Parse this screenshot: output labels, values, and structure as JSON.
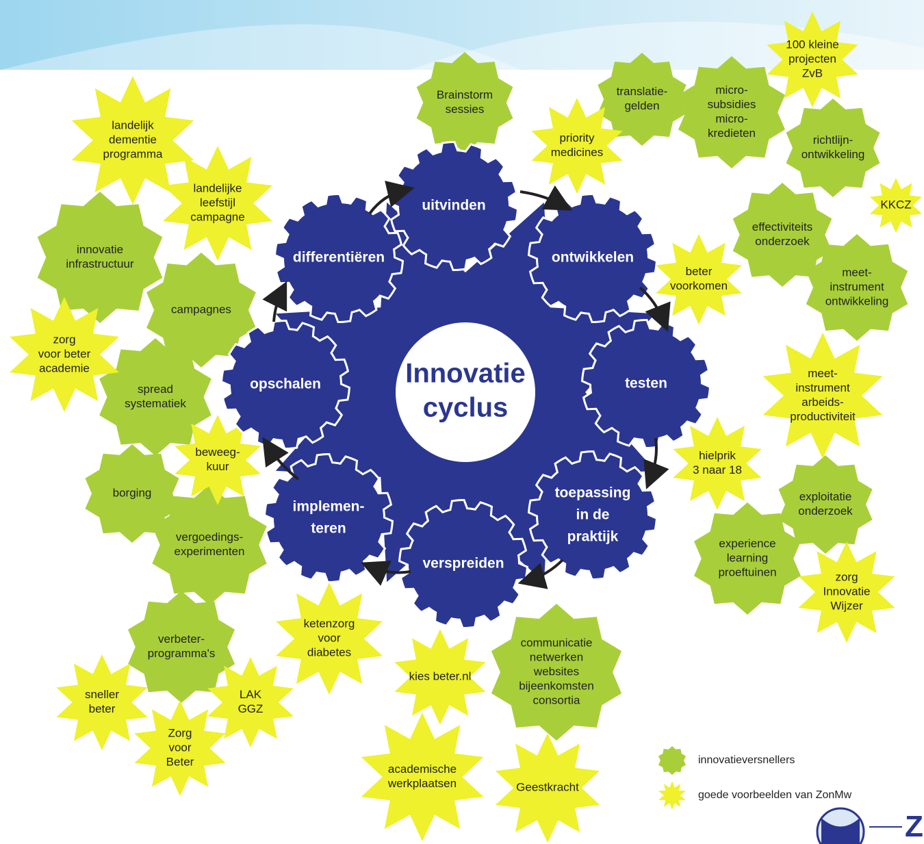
{
  "colors": {
    "green": "#a8cf3a",
    "yellow": "#eef12c",
    "cog": "#2a3690",
    "banner_from": "#9dd6ef",
    "banner_to": "#e9f5fb"
  },
  "center": {
    "lines": [
      "Innovatie",
      "cyclus"
    ]
  },
  "cogs": [
    {
      "lines": [
        "uitvinden"
      ]
    },
    {
      "lines": [
        "ontwikkelen"
      ]
    },
    {
      "lines": [
        "testen"
      ]
    },
    {
      "lines": [
        "toepassing",
        "in de",
        "praktijk"
      ]
    },
    {
      "lines": [
        "verspreiden"
      ]
    },
    {
      "lines": [
        "implemen-",
        "teren"
      ]
    },
    {
      "lines": [
        "opschalen"
      ]
    },
    {
      "lines": [
        "differentiëren"
      ]
    }
  ],
  "stars": [
    {
      "lines": [
        "100 kleine",
        "projecten",
        "ZvB"
      ],
      "kind": "yellow"
    },
    {
      "lines": [
        "Brainstorm",
        "sessies"
      ],
      "kind": "green"
    },
    {
      "lines": [
        "translatie-",
        "gelden"
      ],
      "kind": "green"
    },
    {
      "lines": [
        "micro-",
        "subsidies",
        "micro-",
        "kredieten"
      ],
      "kind": "green"
    },
    {
      "lines": [
        "priority",
        "medicines"
      ],
      "kind": "yellow"
    },
    {
      "lines": [
        "richtlijn-",
        "ontwikkeling"
      ],
      "kind": "green"
    },
    {
      "lines": [
        "KKCZ"
      ],
      "kind": "yellow"
    },
    {
      "lines": [
        "landelijk",
        "dementie",
        "programma"
      ],
      "kind": "yellow"
    },
    {
      "lines": [
        "landelijke",
        "leefstijl",
        "campagne"
      ],
      "kind": "yellow"
    },
    {
      "lines": [
        "innovatie",
        "infrastructuur"
      ],
      "kind": "green"
    },
    {
      "lines": [
        "effectiviteits",
        "onderzoek"
      ],
      "kind": "green"
    },
    {
      "lines": [
        "beter",
        "voorkomen"
      ],
      "kind": "yellow"
    },
    {
      "lines": [
        "meet-",
        "instrument",
        "ontwikkeling"
      ],
      "kind": "green"
    },
    {
      "lines": [
        "campagnes"
      ],
      "kind": "green"
    },
    {
      "lines": [
        "zorg",
        "voor beter",
        "academie"
      ],
      "kind": "yellow"
    },
    {
      "lines": [
        "spread",
        "systematiek"
      ],
      "kind": "green"
    },
    {
      "lines": [
        "meet-",
        "instrument",
        "arbeids-",
        "productiviteit"
      ],
      "kind": "yellow"
    },
    {
      "lines": [
        "beweeg-",
        "kuur"
      ],
      "kind": "yellow"
    },
    {
      "lines": [
        "hielprik",
        "3 naar 18"
      ],
      "kind": "yellow"
    },
    {
      "lines": [
        "borging"
      ],
      "kind": "green"
    },
    {
      "lines": [
        "exploitatie",
        "onderzoek"
      ],
      "kind": "green"
    },
    {
      "lines": [
        "vergoedings-",
        "experimenten"
      ],
      "kind": "green"
    },
    {
      "lines": [
        "experience",
        "learning",
        "proeftuinen"
      ],
      "kind": "green"
    },
    {
      "lines": [
        "zorg",
        "Innovatie",
        "Wijzer"
      ],
      "kind": "yellow"
    },
    {
      "lines": [
        "ketenzorg",
        "voor",
        "diabetes"
      ],
      "kind": "yellow"
    },
    {
      "lines": [
        "communicatie",
        "netwerken",
        "websites",
        "bijeenkomsten",
        "consortia"
      ],
      "kind": "green"
    },
    {
      "lines": [
        "verbeter-",
        "programma's"
      ],
      "kind": "green"
    },
    {
      "lines": [
        "kies beter.nl"
      ],
      "kind": "yellow"
    },
    {
      "lines": [
        "sneller",
        "beter"
      ],
      "kind": "yellow"
    },
    {
      "lines": [
        "LAK",
        "GGZ"
      ],
      "kind": "yellow"
    },
    {
      "lines": [
        "Zorg",
        "voor",
        "Beter"
      ],
      "kind": "yellow"
    },
    {
      "lines": [
        "academische",
        "werkplaatsen"
      ],
      "kind": "yellow"
    },
    {
      "lines": [
        "Geestkracht"
      ],
      "kind": "yellow"
    }
  ],
  "legend": [
    {
      "label": "innovatieversnellers",
      "kind": "green"
    },
    {
      "label": "goede voorbeelden van ZonMw",
      "kind": "yellow"
    }
  ],
  "logo": {
    "text": "Z"
  }
}
